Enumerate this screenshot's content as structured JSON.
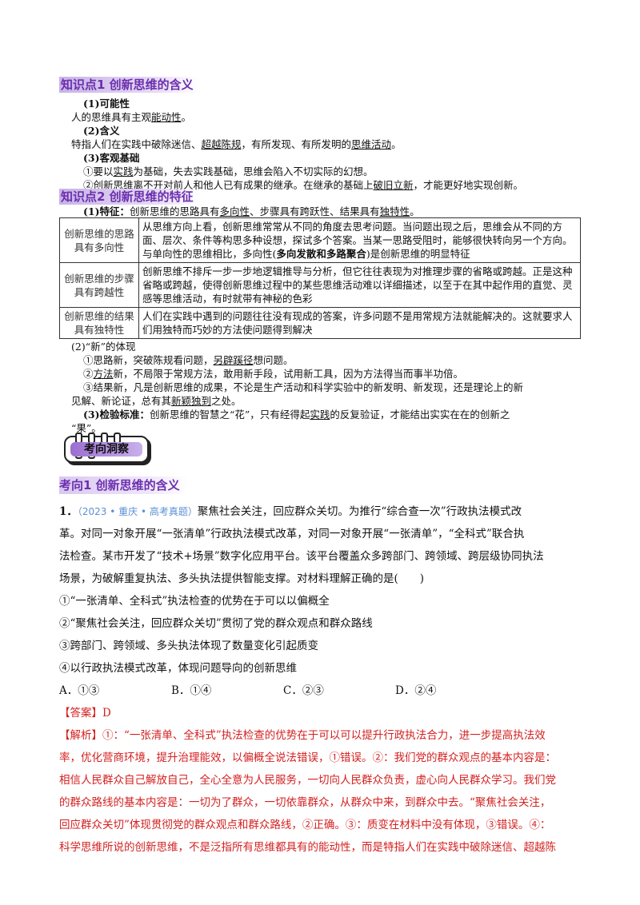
{
  "kp1": {
    "title": "知识点1  创新思维的含义",
    "l1": "(1)可能性",
    "l2a": "人的思维具有主观",
    "l2b": "能动性",
    "l2c": "。",
    "l3": "(2)含义",
    "l4a": "特指人们在实践中破除迷信、",
    "l4b": "超越陈规",
    "l4c": "，有所发现、有所发明的",
    "l4d": "思维活动",
    "l4e": "。",
    "l5": "(3)客观基础",
    "l6a": "①要以",
    "l6b": "实践",
    "l6c": "为基础，失去实践基础，思维会陷入不切实际的幻想。",
    "l7a": "②创新思维离不开对前人和他人已有成果的继承。在继承的基础上",
    "l7b": "破旧立新",
    "l7c": "，才能更好地实现创新。"
  },
  "kp2": {
    "title": "知识点2  创新思维的特征",
    "l1a": "(1)特征：",
    "l1b": "创新思维的思路具有",
    "l1c": "多向性",
    "l1d": "、步骤具有跨跃性、结果具有",
    "l1e": "独特性",
    "l1f": "。",
    "table": {
      "r1h": "创新思维的思路具有多向性",
      "r1a": "从思维方向上看，创新思维常常从不同的角度去思考问题。当问题出现之后，思维会从不同的方面、层次、条件等构思多种设想，探试多个答案。当某一思路受阻时，能够很快转向另一个方向。与单向性的思维相比，多向性(",
      "r1b": "多向发散和多路聚合",
      "r1c": ")是创新思维的明显特征",
      "r2h": "创新思维的步骤具有跨越性",
      "r2": "创新思维不排斥一步一步地逻辑推导与分析，但它往往表现为对推理步骤的省略或跨越。正是这种省略或跨越，使得创新思维过程中的某些思维活动难以详细描述，以至于在其中起作用的直觉、灵感等思维活动，有时就带有神秘的色彩",
      "r3h": "创新思维的结果具有独特性",
      "r3": "人们在实践中遇到的问题往往没有现成的答案，许多问题不是用常规方法就能解决的。这就要求人们用独特而巧妙的方法使问题得到解决"
    },
    "l2": "(2)“新”的体现",
    "l3a": "①思路新，突破陈规看问题，",
    "l3b": "另辟蹊径",
    "l3c": "想问题。",
    "l4a": "②",
    "l4b": "方法",
    "l4c": "新，不局限于常规方法，敢用新手段，试用新工具，因为方法得当而事半功倍。",
    "l5": "③结果新，凡是创新思维的成果，不论是生产活动和科学实验中的新发明、新发现，还是理论上的新",
    "l6a": "见解、新论证，总有其",
    "l6b": "新颖独到",
    "l6c": "之处。",
    "l7a": "(3)检验标准：",
    "l7b": "创新思维的智慧之“花”，只有经得起",
    "l7c": "实践",
    "l7d": "的反复验证，才能结出实实在在的创新之",
    "l8": "“果”。"
  },
  "banner": "考向洞察",
  "direction": "考向1  创新思维的含义",
  "question": {
    "num": "1．",
    "source": "（2023 • 重庆 • 高考真题）",
    "l1": "聚焦社会关注，回应群众关切。为推行“综合查一次”行政执法模式改",
    "l2": "革。对同一对象开展“一张清单”行政执法模式改革，对同一对象开展“一张清单”，“全科式”联合执",
    "l3": "法检查。某市开发了“技术+场景”数字化应用平台。该平台覆盖众多跨部门、跨领域、跨层级协同执法",
    "l4": "场景，为破解重复执法、多头执法提供智能支撑。对材料理解正确的是(　　)",
    "s1": "①“一张清单、全科式”执法检查的优势在于可以以偏概全",
    "s2": "②“聚焦社会关注，回应群众关切”贯彻了党的群众观点和群众路线",
    "s3": "③跨部门、跨领域、多头执法体现了数量变化引起质变",
    "s4": "④以行政执法模式改革，体现问题导向的创新思维",
    "optA": "A．①③",
    "optB": "B．①④",
    "optC": "C．②③",
    "optD": "D．②④"
  },
  "answer": {
    "label": "【答案】D",
    "a1": "【解析】①：“一张清单、全科式”执法检查的优势在于可以可以提升行政执法合力，进一步提高执法效",
    "a2": "率，优化营商环境，提升治理能效，以偏概全说法错误，①错误。②：我们党的群众观点的基本内容是：",
    "a3": "相信人民群众自己解放自己，全心全意为人民服务，一切向人民群众负责，虚心向人民群众学习。我们党",
    "a4": "的群众路线的基本内容是：一切为了群众，一切依靠群众，从群众中来，到群众中去。“聚焦社会关注，",
    "a5": "回应群众关切”体现贯彻党的群众观点和群众路线，②正确。③：质变在材料中没有体现，③错误。④：",
    "a6": "科学思维所说的创新思维，不是泛指所有思维都具有的能动性，而是特指人们在实践中破除迷信、超越陈"
  }
}
